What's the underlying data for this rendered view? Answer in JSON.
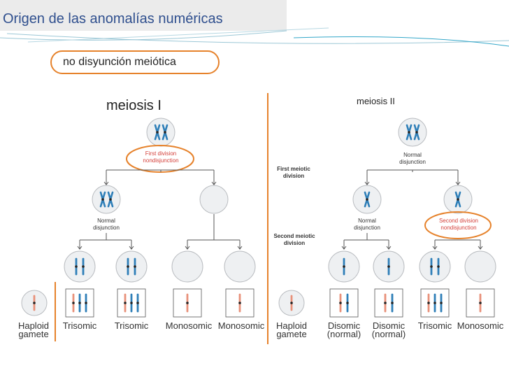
{
  "slide": {
    "title": "Origen de las anomalías numéricas",
    "subtitle": "no disyunción meiótica",
    "meiosis1_label": "meiosis I",
    "meiosis2_label": "meiosis II"
  },
  "diagram": {
    "left_top_note": [
      "First division",
      "nondisjunction"
    ],
    "left_mid_note": [
      "Normal",
      "disjunction"
    ],
    "center_upper": [
      "First meiotic",
      "division"
    ],
    "center_lower": [
      "Second meiotic",
      "division"
    ],
    "right_top_note": [
      "Normal",
      "disjunction"
    ],
    "right_mid_left_note": [
      "Normal",
      "disjunction"
    ],
    "right_mid_right_note": [
      "Second division",
      "nondisjunction"
    ],
    "left_bottom_labels": [
      "Haploid\ngamete",
      "Trisomic",
      "Trisomic",
      "Monosomic",
      "Monosomic"
    ],
    "right_bottom_labels": [
      "Haploid\ngamete",
      "Disomic\n(normal)",
      "Disomic\n(normal)",
      "Trisomic",
      "Monosomic"
    ]
  },
  "colors": {
    "title_text": "#2f4f8e",
    "accent_orange": "#e6822b",
    "chromosome_blue": "#2f7fb8",
    "chromosome_salmon": "#e8917a",
    "cell_fill": "#eef0f2",
    "red_note": "#d4403a",
    "deco_line": "#33a7c9"
  }
}
